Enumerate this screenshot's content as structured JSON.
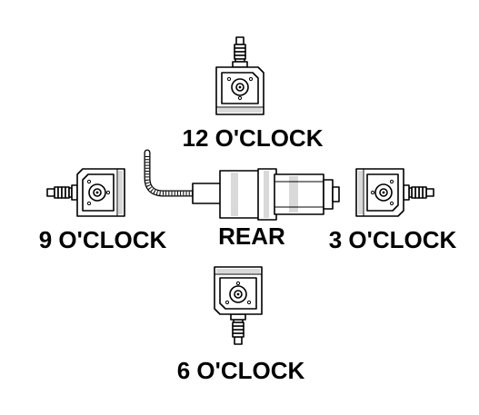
{
  "labels": {
    "top": "12 O'CLOCK",
    "left": "9 O'CLOCK",
    "center": "REAR",
    "right": "3 O'CLOCK",
    "bottom": "6 O'CLOCK"
  },
  "colors": {
    "background": "#ffffff",
    "ink": "#000000",
    "shade": "#d9d9d9"
  }
}
